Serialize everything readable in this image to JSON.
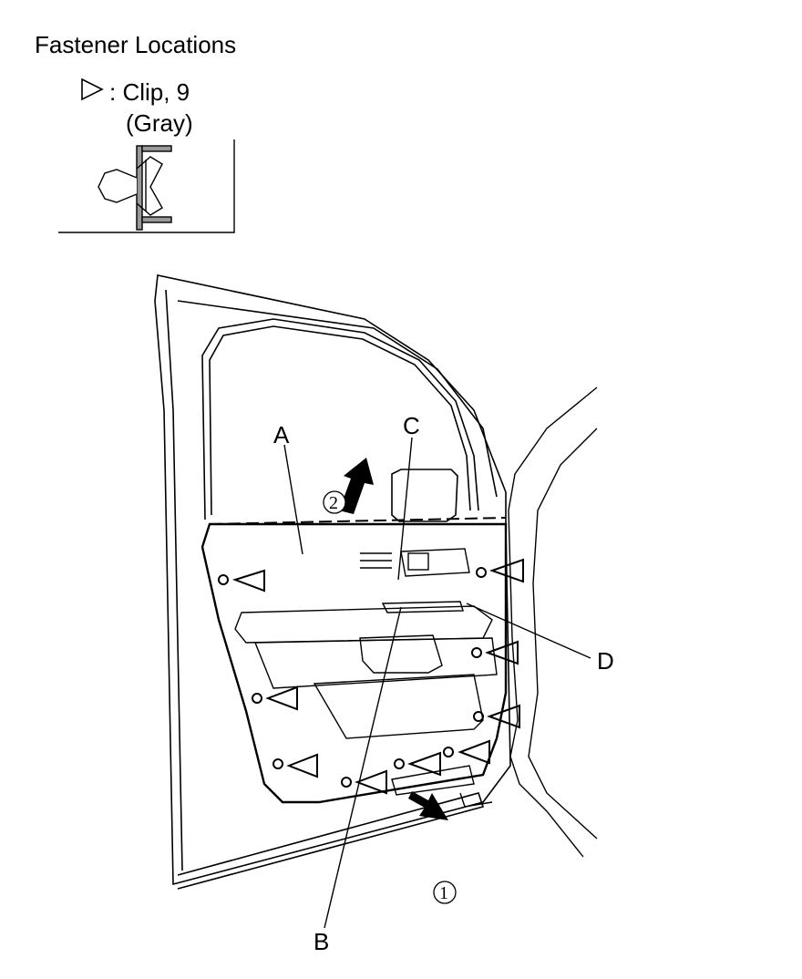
{
  "title": "Fastener Locations",
  "legend": {
    "symbol_icon": "clip-triangle-icon",
    "clip_label": ": Clip, 9",
    "clip_color": "(Gray)"
  },
  "callouts": {
    "a": "A",
    "b": "B",
    "c": "C",
    "d": "D"
  },
  "steps": {
    "one": "1",
    "two": "2"
  }
}
